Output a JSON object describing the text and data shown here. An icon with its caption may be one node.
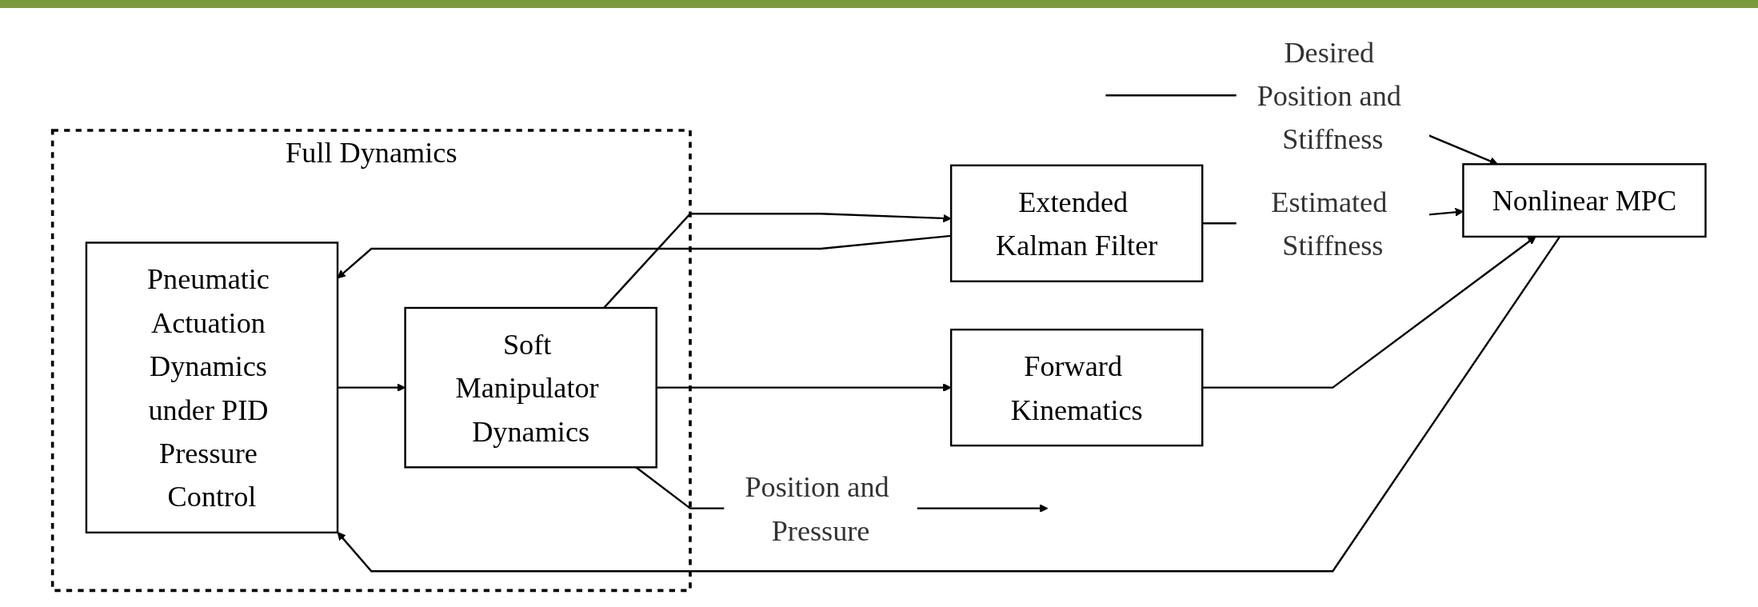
{
  "diagram": {
    "nodes": [
      {
        "text": [
          "Full Dynamics"
        ]
      },
      {
        "text": [
          "Nonlinear MPC"
        ]
      },
      {
        "text": [
          "Pneumatic Actuation Dynamics under PID Pressure Control"
        ],
        "in": 0
      },
      {
        "text": [
          "Soft Manipulator Dynamics"
        ],
        "in": 0
      },
      {
        "text": [
          "Extended Kalman Filter"
        ]
      },
      {
        "text": [
          "Forward Kinematics"
        ]
      }
    ],
    "edges": [
      {
        "from": null,
        "to": 1,
        "arrow": "to",
        "label": "Desired Position and Stiffness"
      },
      {
        "from": 1,
        "to": 2,
        "arrow": "to"
      },
      {
        "from": 2,
        "to": 3,
        "arrow": "to"
      },
      {
        "from": 3,
        "to": null,
        "arrow": "to",
        "label": "Position and Pressure"
      },
      {
        "from": 3,
        "to": 4,
        "arrow": "to"
      },
      {
        "from": 3,
        "to": 5,
        "arrow": "to"
      },
      {
        "from": 4,
        "to": 1,
        "arrow": "to",
        "label": "Estimated Stiffness"
      },
      {
        "from": 4,
        "to": 2,
        "arrow": "to"
      },
      {
        "from": 5,
        "to": 1,
        "arrow": "to"
      }
    ]
  }
}
